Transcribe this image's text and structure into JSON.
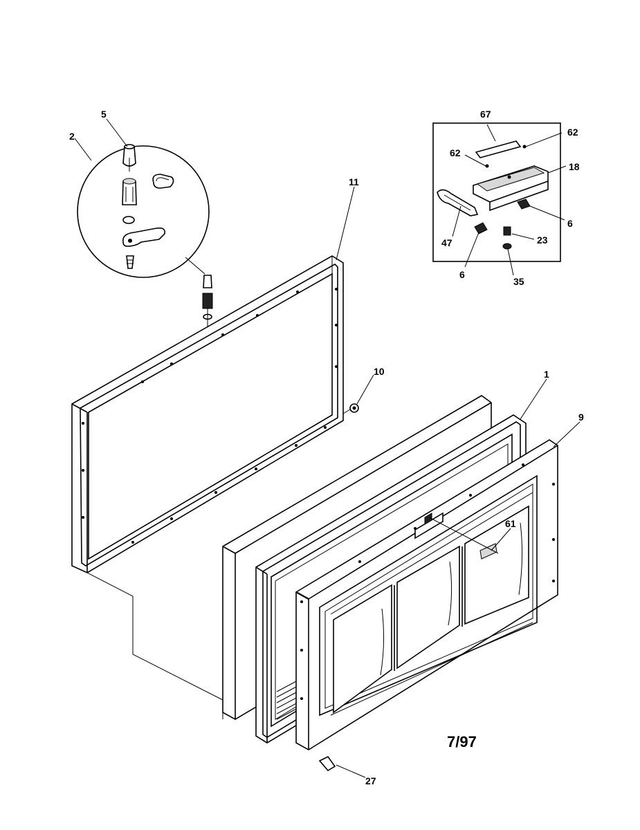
{
  "diagram": {
    "callouts": [
      {
        "id": "c-5",
        "label": "5"
      },
      {
        "id": "c-2",
        "label": "2"
      },
      {
        "id": "c-11",
        "label": "11"
      },
      {
        "id": "c-10",
        "label": "10"
      },
      {
        "id": "c-1",
        "label": "1"
      },
      {
        "id": "c-9",
        "label": "9"
      },
      {
        "id": "c-61",
        "label": "61"
      },
      {
        "id": "c-27",
        "label": "27"
      },
      {
        "id": "c-67",
        "label": "67"
      },
      {
        "id": "c-62a",
        "label": "62"
      },
      {
        "id": "c-62b",
        "label": "62"
      },
      {
        "id": "c-18",
        "label": "18"
      },
      {
        "id": "c-6a",
        "label": "6"
      },
      {
        "id": "c-6b",
        "label": "6"
      },
      {
        "id": "c-47",
        "label": "47"
      },
      {
        "id": "c-23",
        "label": "23"
      },
      {
        "id": "c-35",
        "label": "35"
      }
    ],
    "date_code": "7/97"
  }
}
